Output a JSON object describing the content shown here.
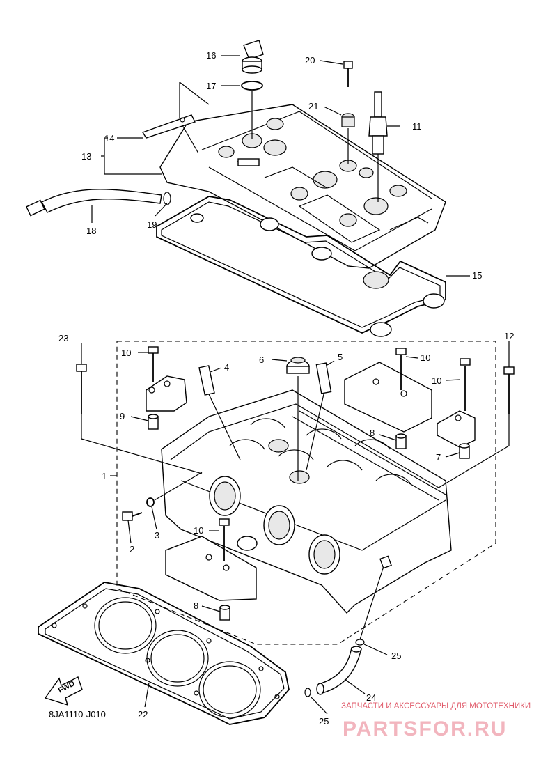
{
  "diagram": {
    "code": "8JA1110-J010",
    "fwd_label": "FWD",
    "part_numbers": {
      "n1": "1",
      "n2": "2",
      "n3": "3",
      "n4": "4",
      "n5": "5",
      "n6": "6",
      "n7": "7",
      "n8a": "8",
      "n8b": "8",
      "n9": "9",
      "n10a": "10",
      "n10b": "10",
      "n10c": "10",
      "n10d": "10",
      "n11": "11",
      "n12": "12",
      "n13": "13",
      "n14": "14",
      "n15": "15",
      "n16": "16",
      "n17": "17",
      "n18": "18",
      "n19": "19",
      "n20": "20",
      "n21": "21",
      "n22": "22",
      "n23": "23",
      "n24": "24",
      "n25a": "25",
      "n25b": "25"
    }
  },
  "watermark": {
    "subtitle": "ЗАПЧАСТИ И АКСЕССУАРЫ ДЛЯ МОТОТЕХНИКИ",
    "brand": "PARTSFOR.RU",
    "color": "#e05a6a"
  }
}
